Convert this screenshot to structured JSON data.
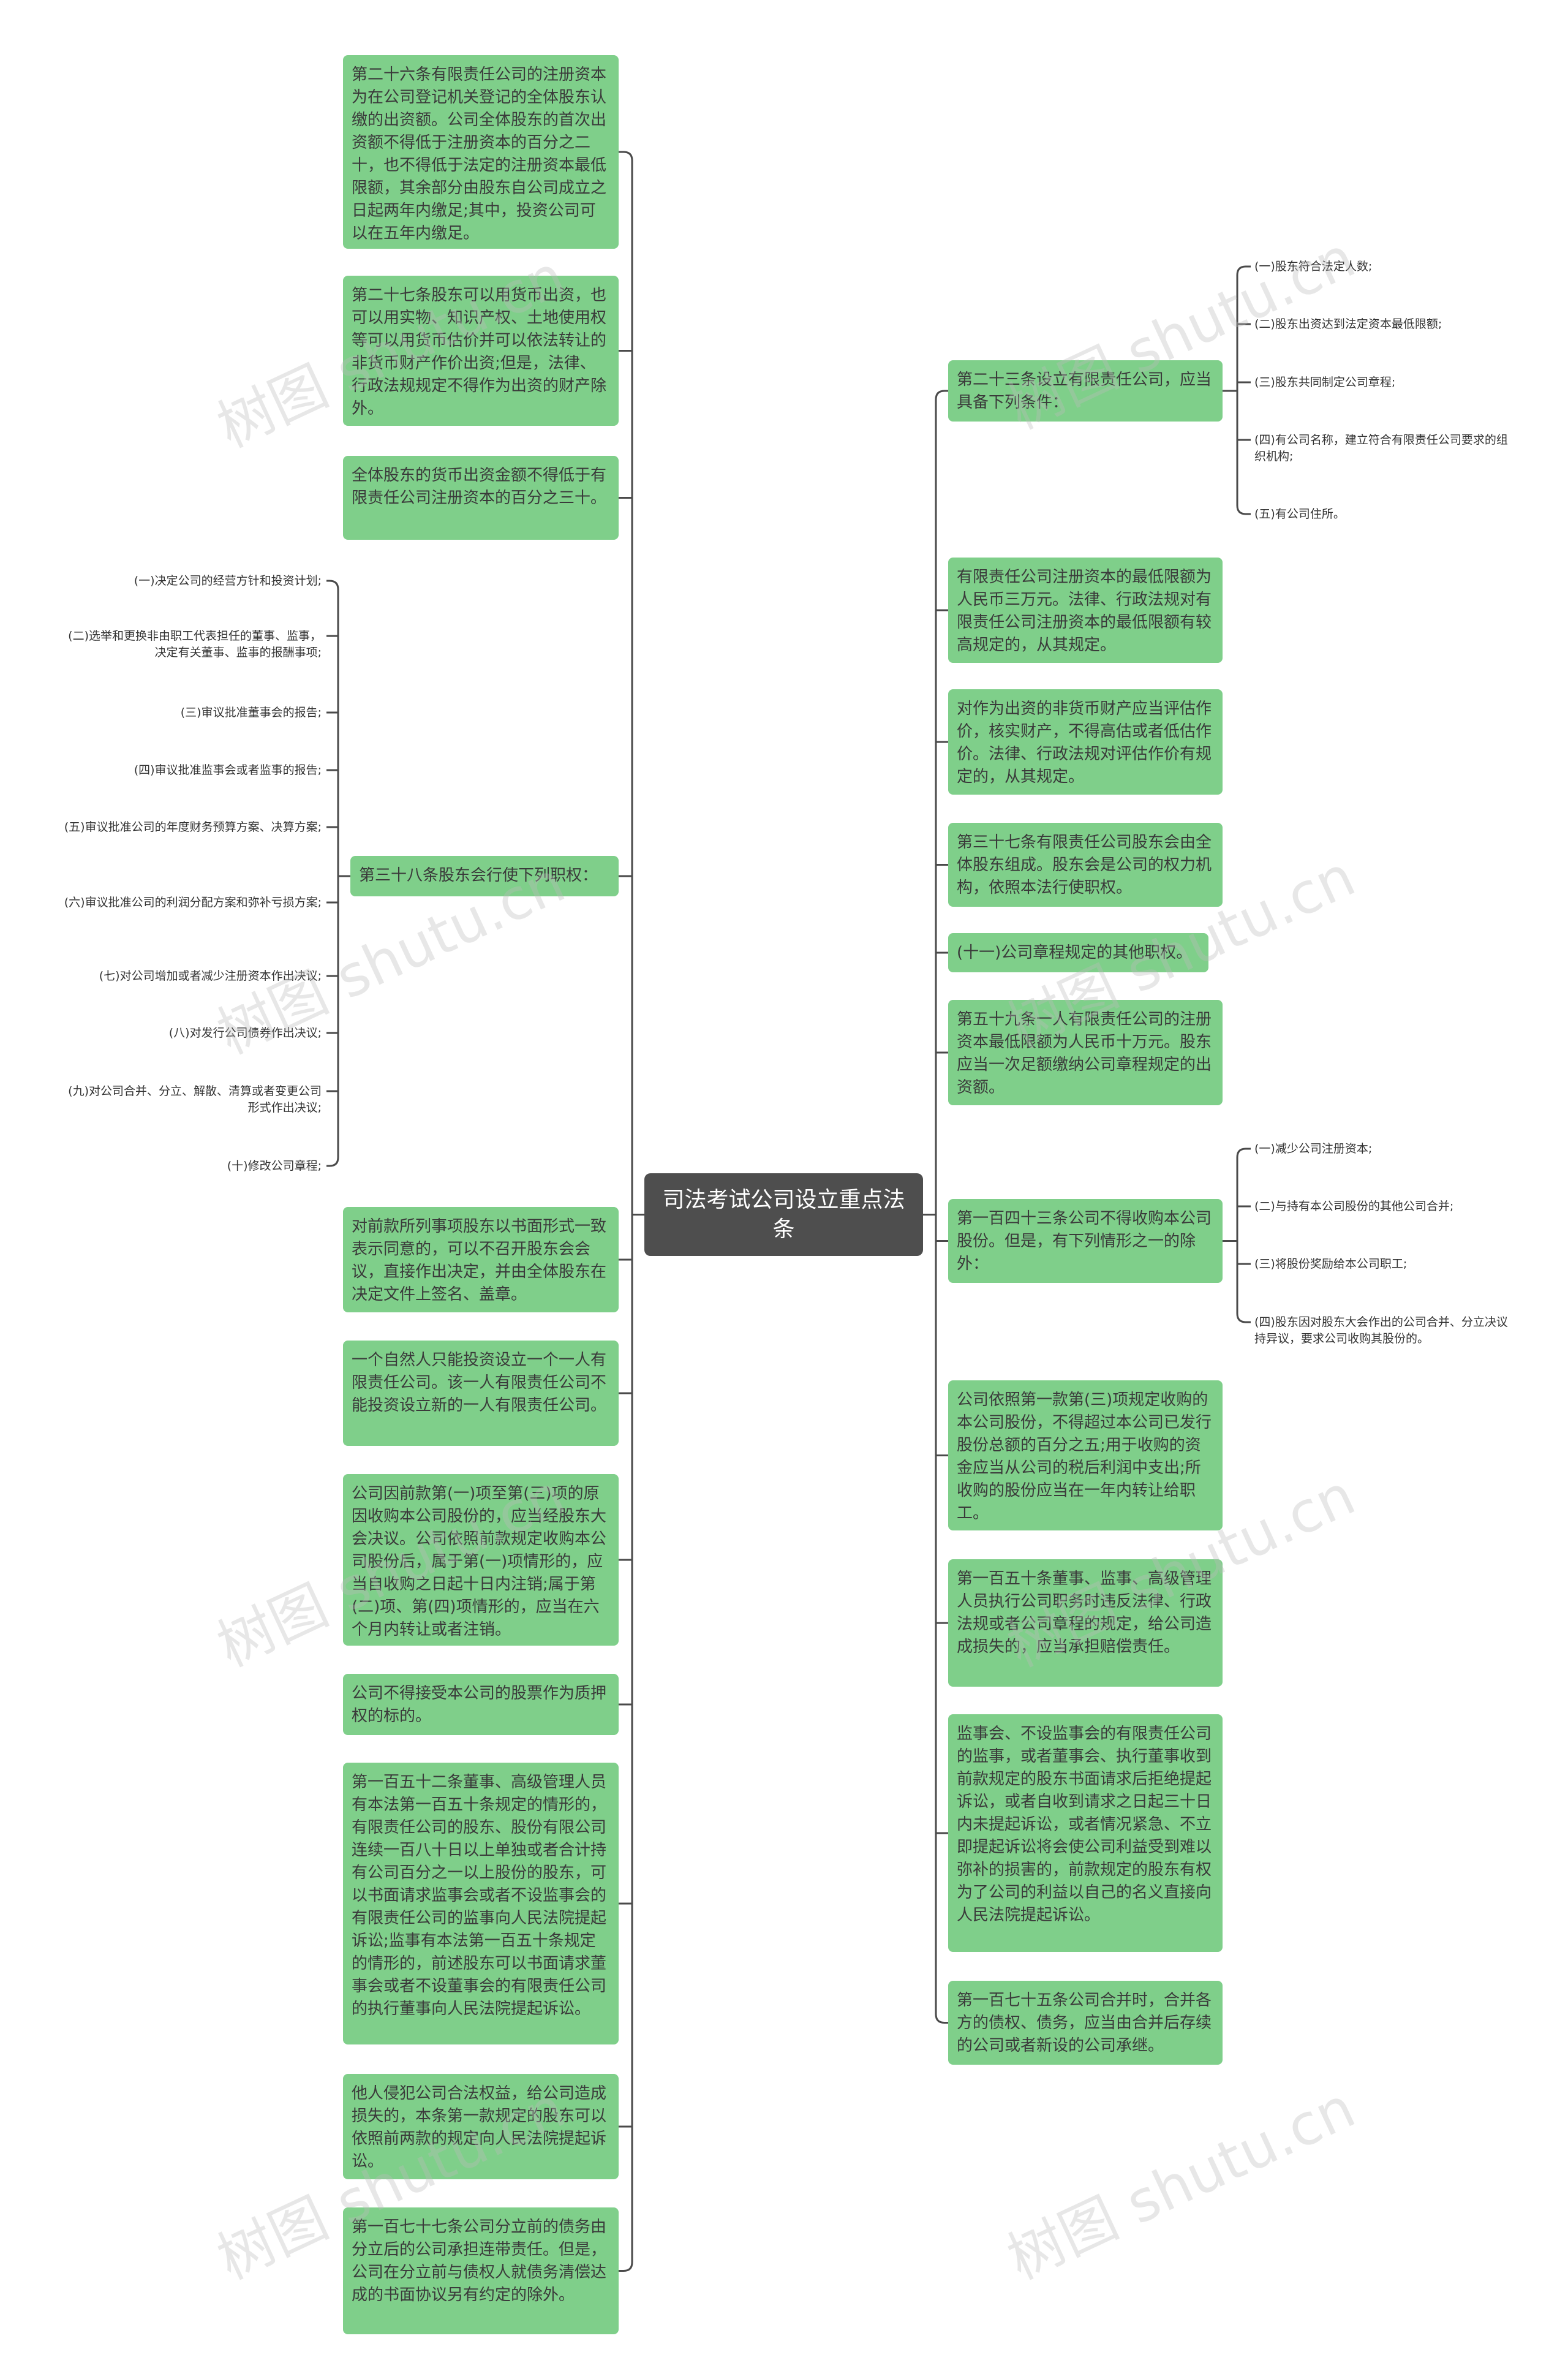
{
  "root": "司法考试公司设立重点法条",
  "left": [
    {
      "text": "第二十六条有限责任公司的注册资本为在公司登记机关登记的全体股东认缴的出资额。公司全体股东的首次出资额不得低于注册资本的百分之二十，也不得低于法定的注册资本最低限额，其余部分由股东自公司成立之日起两年内缴足;其中，投资公司可以在五年内缴足。"
    },
    {
      "text": "第二十七条股东可以用货币出资，也可以用实物、知识产权、土地使用权等可以用货币估价并可以依法转让的非货币财产作价出资;但是，法律、行政法规规定不得作为出资的财产除外。"
    },
    {
      "text": "全体股东的货币出资金额不得低于有限责任公司注册资本的百分之三十。"
    },
    {
      "text": "第三十八条股东会行使下列职权：",
      "children": [
        "(一)决定公司的经营方针和投资计划;",
        "(二)选举和更换非由职工代表担任的董事、监事，决定有关董事、监事的报酬事项;",
        "(三)审议批准董事会的报告;",
        "(四)审议批准监事会或者监事的报告;",
        "(五)审议批准公司的年度财务预算方案、决算方案;",
        "(六)审议批准公司的利润分配方案和弥补亏损方案;",
        "(七)对公司增加或者减少注册资本作出决议;",
        "(八)对发行公司债券作出决议;",
        "(九)对公司合并、分立、解散、清算或者变更公司形式作出决议;",
        "(十)修改公司章程;"
      ]
    },
    {
      "text": "对前款所列事项股东以书面形式一致表示同意的，可以不召开股东会会议，直接作出决定，并由全体股东在决定文件上签名、盖章。"
    },
    {
      "text": "一个自然人只能投资设立一个一人有限责任公司。该一人有限责任公司不能投资设立新的一人有限责任公司。"
    },
    {
      "text": "公司因前款第(一)项至第(三)项的原因收购本公司股份的，应当经股东大会决议。公司依照前款规定收购本公司股份后，属于第(一)项情形的，应当自收购之日起十日内注销;属于第(二)项、第(四)项情形的，应当在六个月内转让或者注销。"
    },
    {
      "text": "公司不得接受本公司的股票作为质押权的标的。"
    },
    {
      "text": "第一百五十二条董事、高级管理人员有本法第一百五十条规定的情形的，有限责任公司的股东、股份有限公司连续一百八十日以上单独或者合计持有公司百分之一以上股份的股东，可以书面请求监事会或者不设监事会的有限责任公司的监事向人民法院提起诉讼;监事有本法第一百五十条规定的情形的，前述股东可以书面请求董事会或者不设董事会的有限责任公司的执行董事向人民法院提起诉讼。"
    },
    {
      "text": "他人侵犯公司合法权益，给公司造成损失的，本条第一款规定的股东可以依照前两款的规定向人民法院提起诉讼。"
    },
    {
      "text": "第一百七十七条公司分立前的债务由分立后的公司承担连带责任。但是，公司在分立前与债权人就债务清偿达成的书面协议另有约定的除外。"
    }
  ],
  "right": [
    {
      "text": "第二十三条设立有限责任公司，应当具备下列条件：",
      "children": [
        "(一)股东符合法定人数;",
        "(二)股东出资达到法定资本最低限额;",
        "(三)股东共同制定公司章程;",
        "(四)有公司名称，建立符合有限责任公司要求的组织机构;",
        "(五)有公司住所。"
      ]
    },
    {
      "text": "有限责任公司注册资本的最低限额为人民币三万元。法律、行政法规对有限责任公司注册资本的最低限额有较高规定的，从其规定。"
    },
    {
      "text": "对作为出资的非货币财产应当评估作价，核实财产，不得高估或者低估作价。法律、行政法规对评估作价有规定的，从其规定。"
    },
    {
      "text": "第三十七条有限责任公司股东会由全体股东组成。股东会是公司的权力机构，依照本法行使职权。"
    },
    {
      "text": "(十一)公司章程规定的其他职权。"
    },
    {
      "text": "第五十九条一人有限责任公司的注册资本最低限额为人民币十万元。股东应当一次足额缴纳公司章程规定的出资额。"
    },
    {
      "text": "第一百四十三条公司不得收购本公司股份。但是，有下列情形之一的除外：",
      "children": [
        "(一)减少公司注册资本;",
        "(二)与持有本公司股份的其他公司合并;",
        "(三)将股份奖励给本公司职工;",
        "(四)股东因对股东大会作出的公司合并、分立决议持异议，要求公司收购其股份的。"
      ]
    },
    {
      "text": "公司依照第一款第(三)项规定收购的本公司股份，不得超过本公司已发行股份总额的百分之五;用于收购的资金应当从公司的税后利润中支出;所收购的股份应当在一年内转让给职工。"
    },
    {
      "text": "第一百五十条董事、监事、高级管理人员执行公司职务时违反法律、行政法规或者公司章程的规定，给公司造成损失的，应当承担赔偿责任。"
    },
    {
      "text": "监事会、不设监事会的有限责任公司的监事，或者董事会、执行董事收到前款规定的股东书面请求后拒绝提起诉讼，或者自收到请求之日起三十日内未提起诉讼，或者情况紧急、不立即提起诉讼将会使公司利益受到难以弥补的损害的，前款规定的股东有权为了公司的利益以自己的名义直接向人民法院提起诉讼。"
    },
    {
      "text": "第一百七十五条公司合并时，合并各方的债权、债务，应当由合并后存续的公司或者新设的公司承继。"
    }
  ],
  "watermark": "树图 shutu.cn",
  "colors": {
    "node": "#7fcf8a",
    "center": "#4e4e4e",
    "line": "#4a4a4a",
    "watermark": "#bdbdbd"
  }
}
